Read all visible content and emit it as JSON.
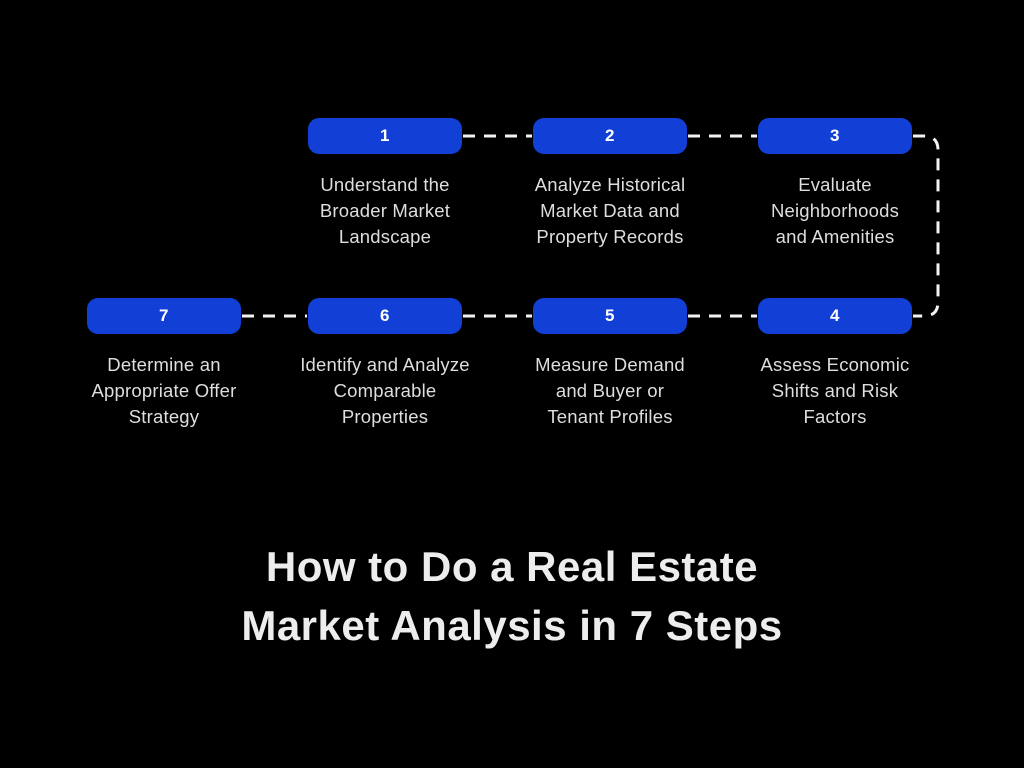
{
  "colors": {
    "background": "#000000",
    "pill": "#1240d6",
    "pill_text": "#ffffff",
    "connector": "#f2f2f2",
    "label": "#dedede",
    "title": "#ededed"
  },
  "title": {
    "line1": "How to Do a Real Estate",
    "line2": "Market Analysis in 7 Steps"
  },
  "steps": [
    {
      "number": "1",
      "label": "Understand the\nBroader Market\nLandscape"
    },
    {
      "number": "2",
      "label": "Analyze Historical\nMarket Data and\nProperty Records"
    },
    {
      "number": "3",
      "label": "Evaluate\nNeighborhoods\nand Amenities"
    },
    {
      "number": "4",
      "label": "Assess Economic\nShifts and Risk\nFactors"
    },
    {
      "number": "5",
      "label": "Measure Demand\nand Buyer or\nTenant Profiles"
    },
    {
      "number": "6",
      "label": "Identify and Analyze\nComparable\nProperties"
    },
    {
      "number": "7",
      "label": "Determine an\nAppropriate Offer\nStrategy"
    }
  ]
}
